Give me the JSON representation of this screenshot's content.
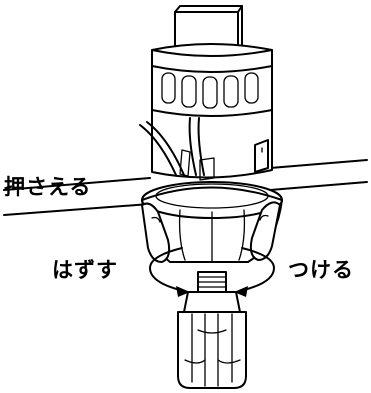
{
  "labels": {
    "press": "押さえる",
    "remove": "はずす",
    "attach": "つける"
  }
}
